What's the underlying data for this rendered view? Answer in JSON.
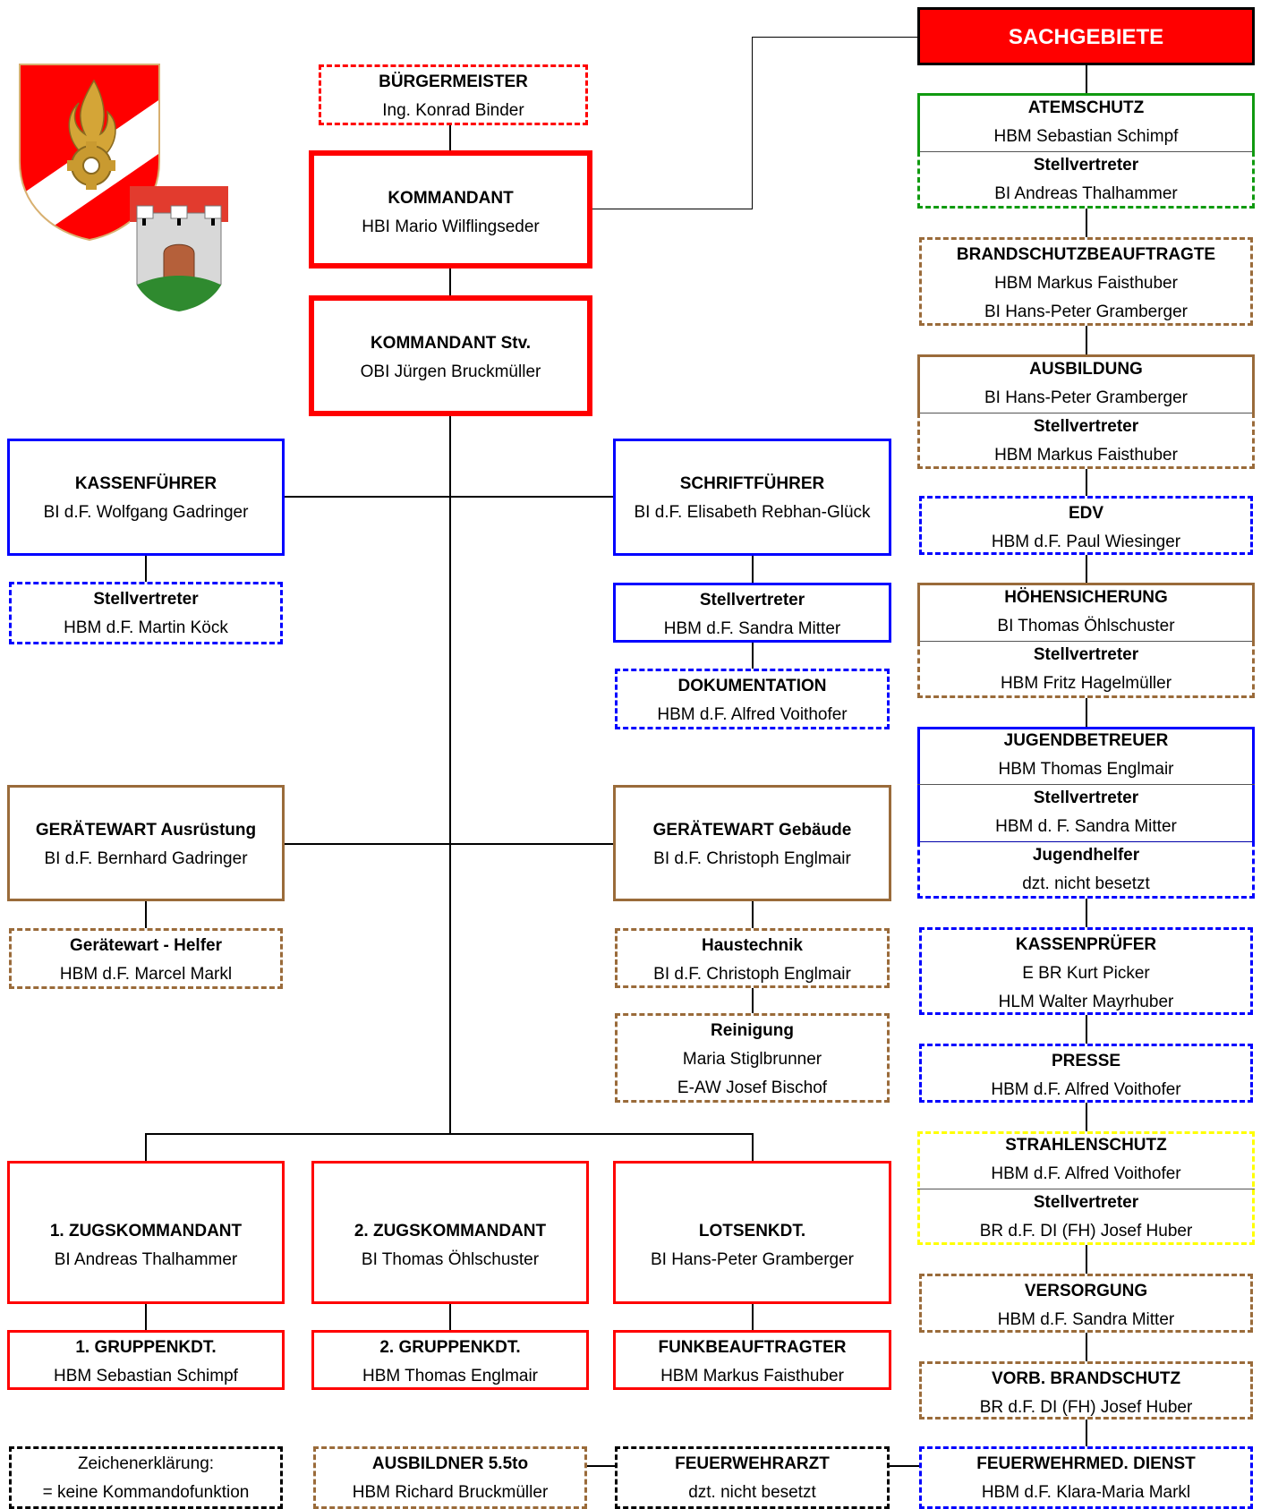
{
  "colors": {
    "red": "#ff0000",
    "blue": "#0000ff",
    "brown": "#9a6b3a",
    "green": "#109a10",
    "yellow": "#ffff00",
    "black": "#000000"
  },
  "buergermeister": {
    "title": "BÜRGERMEISTER",
    "name": "Ing. Konrad Binder"
  },
  "kommandant": {
    "title": "KOMMANDANT",
    "name": "HBI Mario Wilflingseder"
  },
  "kommandant_stv": {
    "title": "KOMMANDANT Stv.",
    "name": "OBI Jürgen Bruckmüller"
  },
  "kassenfuehrer": {
    "title": "KASSENFÜHRER",
    "name": "BI d.F. Wolfgang Gadringer"
  },
  "kassenfuehrer_stv": {
    "title": "Stellvertreter",
    "name": "HBM d.F. Martin Köck"
  },
  "schriftfuehrer": {
    "title": "SCHRIFTFÜHRER",
    "name": "BI d.F. Elisabeth Rebhan-Glück"
  },
  "schriftfuehrer_stv": {
    "title": "Stellvertreter",
    "name": "HBM d.F. Sandra Mitter"
  },
  "dokumentation": {
    "title": "DOKUMENTATION",
    "name": "HBM d.F. Alfred Voithofer"
  },
  "geraetewart_ausruestung": {
    "title": "GERÄTEWART Ausrüstung",
    "name": "BI d.F. Bernhard Gadringer"
  },
  "geraetewart_helfer": {
    "title": "Gerätewart - Helfer",
    "name": "HBM d.F. Marcel Markl"
  },
  "geraetewart_gebaeude": {
    "title": "GERÄTEWART Gebäude",
    "name": "BI d.F. Christoph Englmair"
  },
  "haustechnik": {
    "title": "Haustechnik",
    "name": "BI d.F. Christoph Englmair"
  },
  "reinigung": {
    "title": "Reinigung",
    "name1": "Maria Stiglbrunner",
    "name2": "E-AW Josef Bischof"
  },
  "zug1": {
    "title": "1. ZUGSKOMMANDANT",
    "name": "BI Andreas Thalhammer"
  },
  "zug2": {
    "title": "2. ZUGSKOMMANDANT",
    "name": "BI Thomas Öhlschuster"
  },
  "lotsen": {
    "title": "LOTSENKDT.",
    "name": "BI Hans-Peter Gramberger"
  },
  "gruppe1": {
    "title": "1. GRUPPENKDT.",
    "name": "HBM Sebastian Schimpf"
  },
  "gruppe2": {
    "title": "2. GRUPPENKDT.",
    "name": "HBM Thomas Englmair"
  },
  "funk": {
    "title": "FUNKBEAUFTRAGTER",
    "name": "HBM Markus Faisthuber"
  },
  "legend": {
    "title": "Zeichenerklärung:",
    "text": "= keine Kommandofunktion"
  },
  "ausbildner": {
    "title": "AUSBILDNER 5.5to",
    "name": "HBM Richard Bruckmüller"
  },
  "arzt": {
    "title": "FEUERWEHRARZT",
    "name": "dzt. nicht besetzt"
  },
  "sachgebiete": {
    "title": "SACHGEBIETE"
  },
  "atemschutz": {
    "title": "ATEMSCHUTZ",
    "name": "HBM Sebastian Schimpf",
    "stv_title": "Stellvertreter",
    "stv_name": "BI Andreas Thalhammer"
  },
  "brandschutz": {
    "title": "BRANDSCHUTZBEAUFTRAGTE",
    "name1": "HBM Markus Faisthuber",
    "name2": "BI Hans-Peter Gramberger"
  },
  "ausbildung": {
    "title": "AUSBILDUNG",
    "name": "BI Hans-Peter Gramberger",
    "stv_title": "Stellvertreter",
    "stv_name": "HBM Markus Faisthuber"
  },
  "edv": {
    "title": "EDV",
    "name": "HBM d.F. Paul Wiesinger"
  },
  "hoehensicherung": {
    "title": "HÖHENSICHERUNG",
    "name": "BI Thomas Öhlschuster",
    "stv_title": "Stellvertreter",
    "stv_name": "HBM Fritz Hagelmüller"
  },
  "jugend": {
    "title": "JUGENDBETREUER",
    "name": "HBM Thomas Englmair",
    "stv_title": "Stellvertreter",
    "stv_name": "HBM d. F. Sandra Mitter",
    "helfer_title": "Jugendhelfer",
    "helfer_name": "dzt. nicht besetzt"
  },
  "kassenpruefer": {
    "title": "KASSENPRÜFER",
    "name1": "E BR Kurt Picker",
    "name2": "HLM Walter Mayrhuber"
  },
  "presse": {
    "title": "PRESSE",
    "name": "HBM d.F. Alfred Voithofer"
  },
  "strahlenschutz": {
    "title": "STRAHLENSCHUTZ",
    "name": "HBM d.F. Alfred Voithofer",
    "stv_title": "Stellvertreter",
    "stv_name": "BR d.F. DI (FH) Josef Huber"
  },
  "versorgung": {
    "title": "VERSORGUNG",
    "name": "HBM d.F. Sandra Mitter"
  },
  "vorb_brandschutz": {
    "title": "VORB. BRANDSCHUTZ",
    "name": "BR d.F. DI (FH) Josef Huber"
  },
  "feuerwehrmed": {
    "title": "FEUERWEHRMED. DIENST",
    "name": "HBM d.F. Klara-Maria Markl"
  }
}
